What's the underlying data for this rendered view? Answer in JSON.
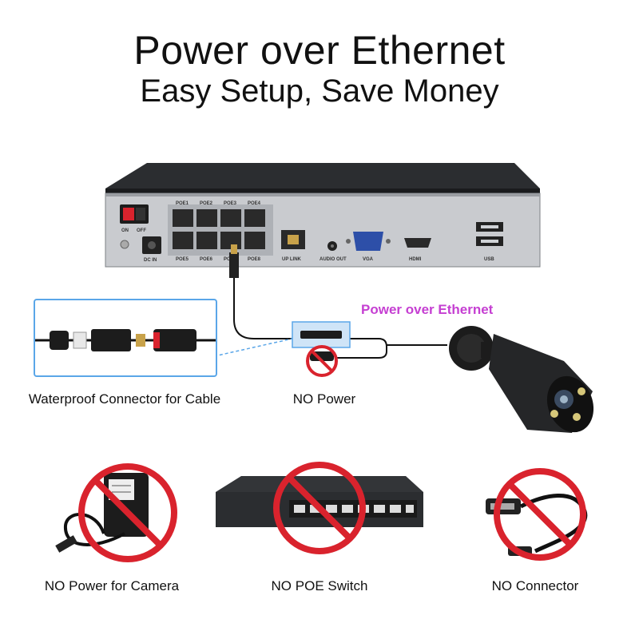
{
  "header": {
    "title": "Power over Ethernet",
    "subtitle": "Easy Setup, Save Money"
  },
  "nvr": {
    "switch_labels": {
      "on": "ON",
      "off": "OFF"
    },
    "dc_label": "DC IN",
    "poe_top": [
      "POE1",
      "POE2",
      "POE3",
      "POE4"
    ],
    "poe_bottom": [
      "POE5",
      "POE6",
      "POE7",
      "POE8"
    ],
    "uplink": "UP LINK",
    "audio_out": "AUDIO OUT",
    "vga": "VGA",
    "hdmi": "HDMI",
    "usb": "USB"
  },
  "diagram": {
    "poe_label": "Power over Ethernet",
    "waterproof_caption": "Waterproof Connector for Cable",
    "no_power_caption": "NO Power"
  },
  "bottom": {
    "items": [
      {
        "caption": "NO Power for Camera"
      },
      {
        "caption": "NO POE Switch"
      },
      {
        "caption": "NO Connector"
      }
    ]
  },
  "colors": {
    "prohibition_red": "#d9232d",
    "poe_magenta": "#c53fd2",
    "inset_border": "#5aa6e8"
  }
}
